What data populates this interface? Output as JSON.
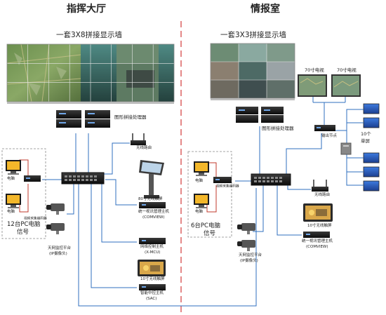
{
  "sections": {
    "left_title": "指挥大厅",
    "right_title": "情报室"
  },
  "left": {
    "wall_title": "一套3X8拼接显示墙",
    "processor_label": "图形拼接处理器",
    "router_label": "无线路由",
    "touch80_label": "80寸无线触屏",
    "mgmt_host_label": "统一视讯管理主机",
    "mgmt_host_sub": "(COMVIEW)",
    "net_host_label": "网络控制主机",
    "net_host_sub": "(X-MCU)",
    "touch10_label": "10寸无线触屏",
    "sac_label": "智能中控主机",
    "sac_sub": "(SAC)",
    "pc_label": "电脑",
    "pc_label2": "电脑",
    "encoder_label": "视频采集编码器",
    "pc_group_label": "12台PC电脑",
    "pc_group_sub": "信号",
    "cam_label": "天网监控平台",
    "cam_sub": "(IP摄像头)"
  },
  "right": {
    "wall_title": "一套3X3拼接显示墙",
    "processor_label": "图形拼接处理器",
    "tv1_label": "70寸电视",
    "tv2_label": "70寸电视",
    "output_node_label": "输出节点",
    "single_screen_label": "10个",
    "single_screen_sub": "单屏",
    "router_label": "无线路由",
    "touch10_label": "10寸无线触屏",
    "mgmt_host_label": "统一视讯管理主机",
    "mgmt_host_sub": "(COMVIEW)",
    "pc_label": "电脑",
    "pc_label2": "电脑",
    "encoder_label": "视频采集编码器",
    "pc_group_label": "6台PC电脑",
    "pc_group_sub": "信号",
    "cam_label": "天网监控平台",
    "cam_sub": "(IP摄像头)"
  },
  "colors": {
    "network_line": "#2f6fbf",
    "signal_line": "#c0392b",
    "divider": "#d23a3a"
  }
}
